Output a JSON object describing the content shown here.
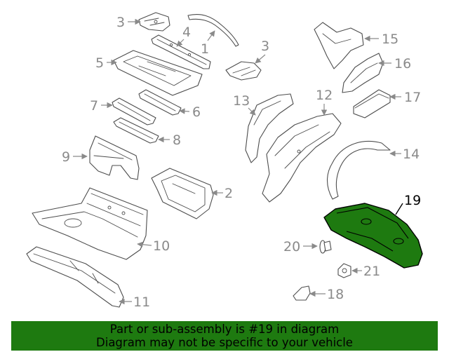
{
  "highlight_color": "#1e7a10",
  "highlighted_part": "19",
  "callouts": {
    "c1": "1",
    "c2": "2",
    "c3a": "3",
    "c3b": "3",
    "c4": "4",
    "c5": "5",
    "c6": "6",
    "c7": "7",
    "c8": "8",
    "c9": "9",
    "c10": "10",
    "c11": "11",
    "c12": "12",
    "c13": "13",
    "c14": "14",
    "c15": "15",
    "c16": "16",
    "c17": "17",
    "c18": "18",
    "c19": "19",
    "c20": "20",
    "c21": "21"
  },
  "banner": {
    "line1": "Part or sub-assembly is #19 in diagram",
    "line2": "Diagram may not be specific to your vehicle"
  }
}
